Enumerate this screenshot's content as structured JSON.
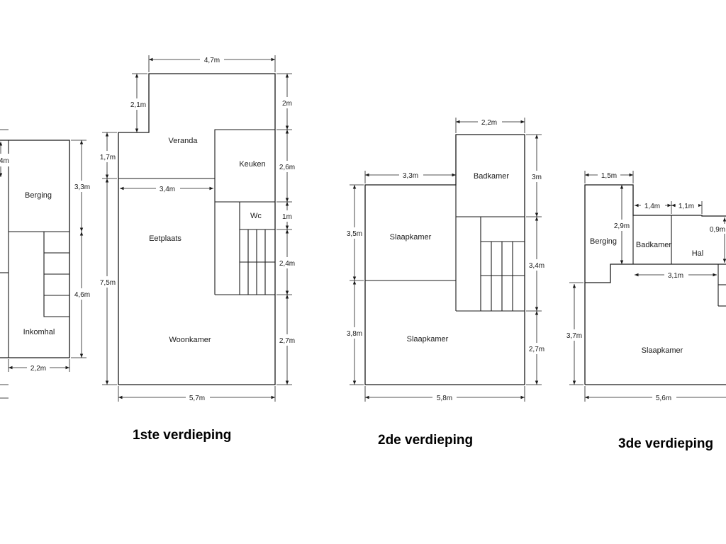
{
  "captions": {
    "floor1": "1ste verdieping",
    "floor2": "2de verdieping",
    "floor3": "3de verdieping"
  },
  "ground": {
    "rooms": {
      "berging": "Berging",
      "inkomhal": "Inkomhal"
    },
    "dims": {
      "d_top": "4m",
      "d_berging": "3,3m",
      "d_inkom": "4,6m",
      "d_width": "2,2m"
    }
  },
  "floor1": {
    "rooms": {
      "veranda": "Veranda",
      "keuken": "Keuken",
      "wc": "Wc",
      "eetplaats": "Eetplaats",
      "woonkamer": "Woonkamer"
    },
    "dims": {
      "d_top": "4,7m",
      "d_notch": "2,1m",
      "d_left_top": "1,7m",
      "d_inner": "3,4m",
      "d_left": "7,5m",
      "d_r1": "2m",
      "d_r2": "2,6m",
      "d_r3": "1m",
      "d_r4": "2,4m",
      "d_r5": "2,7m",
      "d_bottom": "5,7m"
    }
  },
  "floor2": {
    "rooms": {
      "badkamer": "Badkamer",
      "slaapkamer1": "Slaapkamer",
      "slaapkamer2": "Slaapkamer"
    },
    "dims": {
      "d_top": "2,2m",
      "d_left_top": "3,3m",
      "d_r1": "3m",
      "d_l1": "3,5m",
      "d_r2": "3,4m",
      "d_l2": "3,8m",
      "d_r3": "2,7m",
      "d_bottom": "5,8m"
    }
  },
  "floor3": {
    "rooms": {
      "berging": "Berging",
      "badkamer": "Badkamer",
      "hal": "Hal",
      "slaapkamer": "Slaapkamer"
    },
    "dims": {
      "d_top": "1,5m",
      "d_berging_h": "2,9m",
      "d_badk": "1,4m",
      "d_hal1": "1,1m",
      "d_hal_h": "0,9m",
      "d_inner": "3,1m",
      "d_left": "3,7m",
      "d_bottom": "5,6m"
    }
  }
}
